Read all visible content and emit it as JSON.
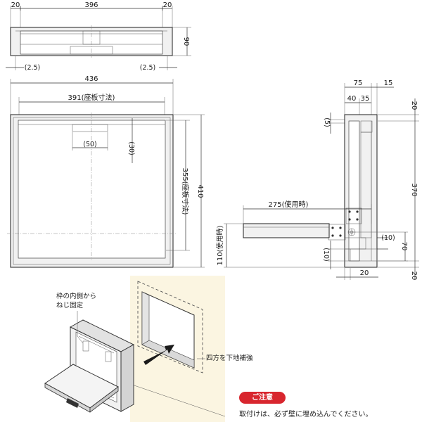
{
  "top_view": {
    "dim_left": "20",
    "dim_width": "396",
    "dim_right": "20",
    "dim_height": "90",
    "dim_gap_left": "(2.5)",
    "dim_gap_right": "(2.5)"
  },
  "front_view": {
    "dim_overall_width": "436",
    "dim_seat_width": "391(座板寸法)",
    "dim_handle_width": "(50)",
    "dim_handle_depth": "(30)",
    "dim_seat_height": "355(座板寸法)",
    "dim_overall_height": "410"
  },
  "side_view": {
    "dim_total_depth": "75",
    "dim_part_a": "40",
    "dim_part_b": "35",
    "dim_frame": "15",
    "dim_top": "20",
    "dim_height": "370",
    "dim_bottom": "20",
    "dim_small": "(5)",
    "dim_use_length": "275(使用時)",
    "dim_use_height": "110(使用時)",
    "dim_bracket_gap": "(10)",
    "dim_bracket_70": "70",
    "dim_bracket_bottom": "(10)",
    "dim_base": "20"
  },
  "install_view": {
    "label_screw": "枠の内側から\nねじ固定",
    "label_screw_line1": "枠の内側から",
    "label_screw_line2": "ねじ固定",
    "label_reinforce": "四方を下地補強"
  },
  "caution": {
    "badge": "ご注意",
    "text": "取付けは、必ず壁に埋め込んでください。",
    "badge_color": "#d8262e"
  },
  "colors": {
    "wall_beige": "#fbf5e1"
  }
}
